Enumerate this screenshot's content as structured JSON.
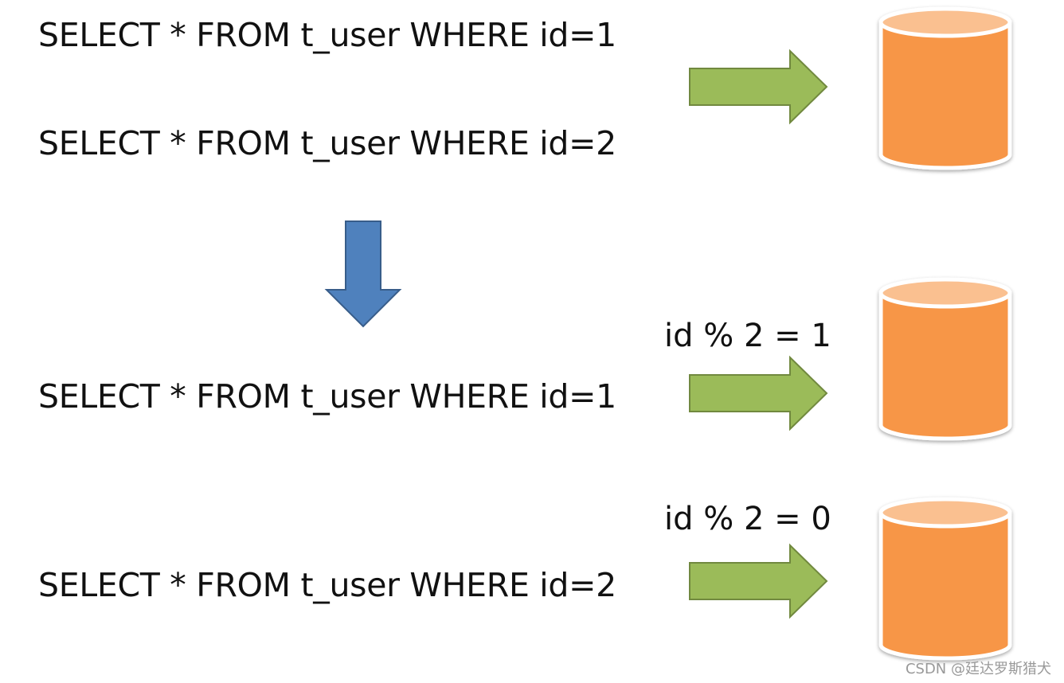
{
  "before": {
    "queries": [
      "SELECT * FROM t_user WHERE id=1",
      "SELECT * FROM t_user WHERE id=2"
    ]
  },
  "after": {
    "routes": [
      {
        "query": "SELECT * FROM t_user WHERE id=1",
        "condition": "id % 2 = 1"
      },
      {
        "query": "SELECT * FROM t_user WHERE id=2",
        "condition": "id % 2 = 0"
      }
    ]
  },
  "watermark": "CSDN @廷达罗斯猎犬",
  "colors": {
    "route_arrow": "#9bbb59",
    "transform_arrow": "#4f81bd",
    "database_body": "#f79646",
    "database_top": "#fac090"
  }
}
